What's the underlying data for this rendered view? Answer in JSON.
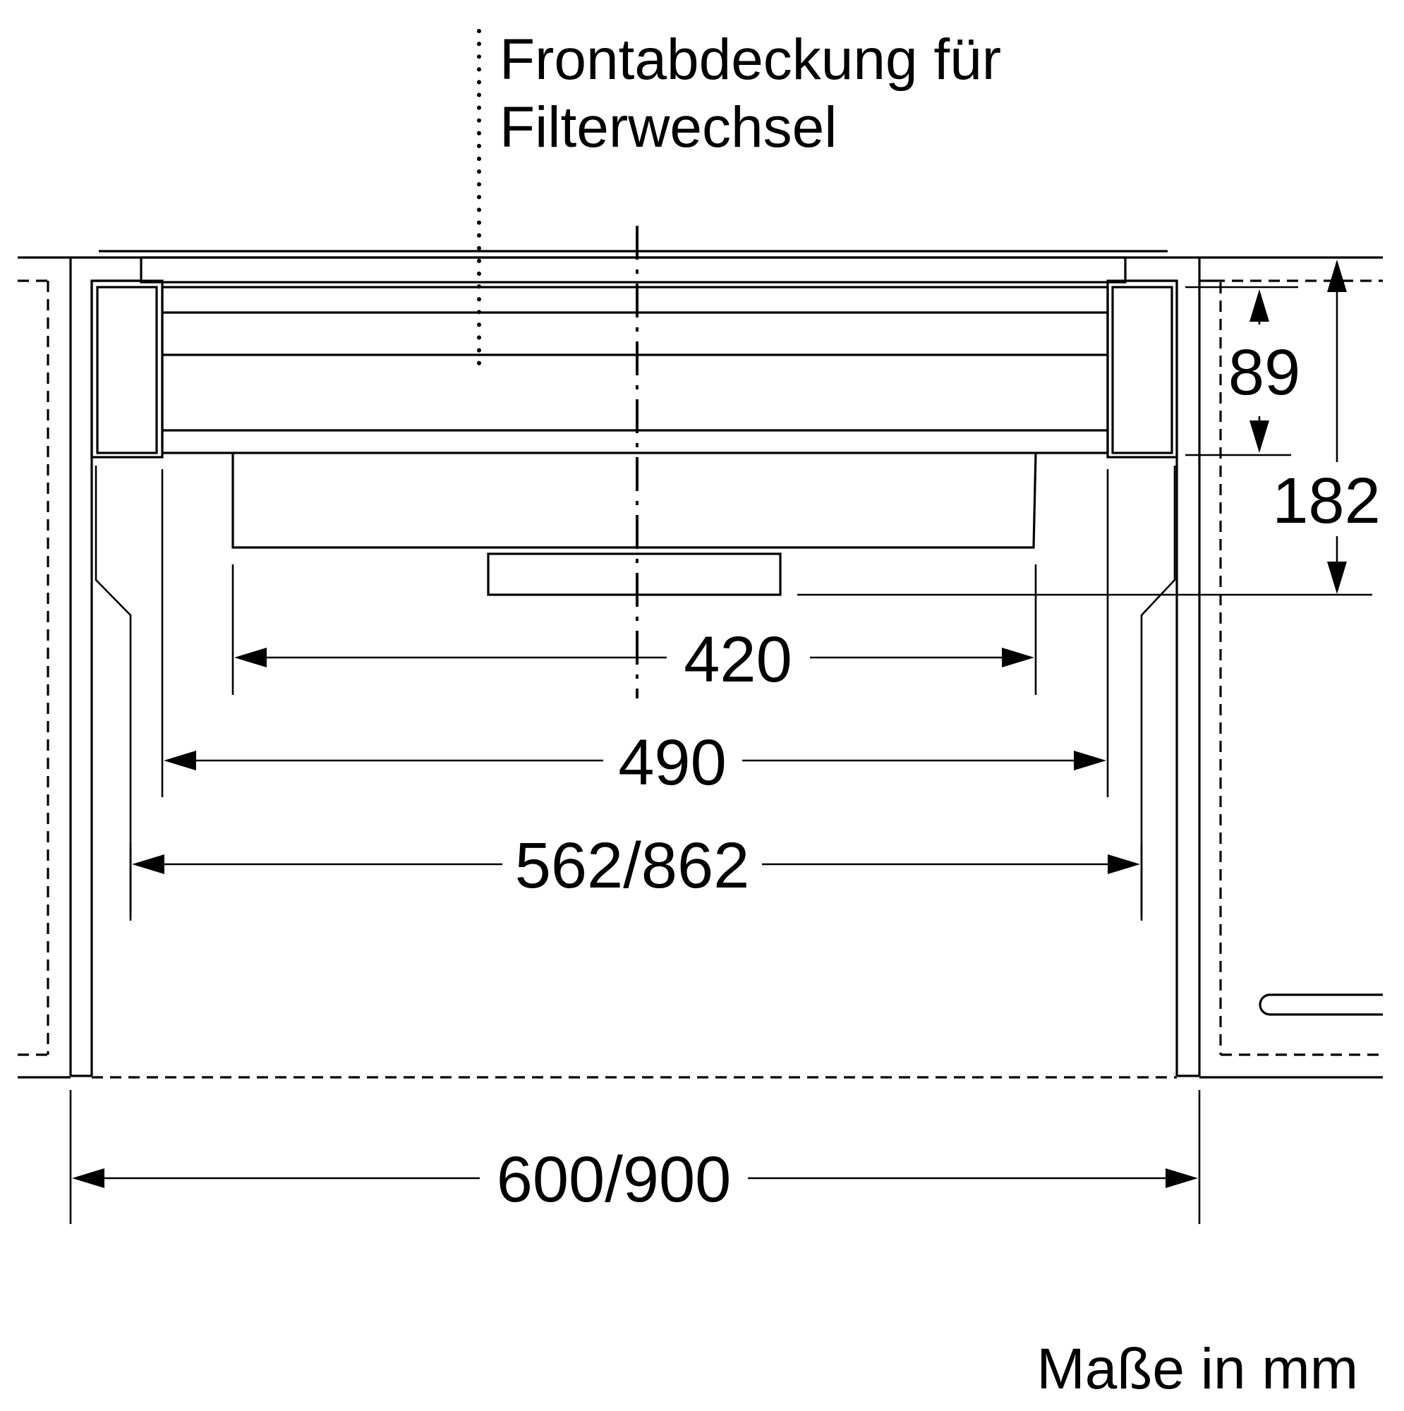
{
  "diagram": {
    "callout": {
      "line1": "Frontabdeckung für",
      "line2": "Filterwechsel"
    },
    "dimensions": {
      "d_89": "89",
      "d_182": "182",
      "d_420": "420",
      "d_490": "490",
      "d_562_862": "562/862",
      "d_600_900": "600/900"
    },
    "units_note": "Maße in mm",
    "line_color": "#000000",
    "background_color": "#ffffff"
  }
}
